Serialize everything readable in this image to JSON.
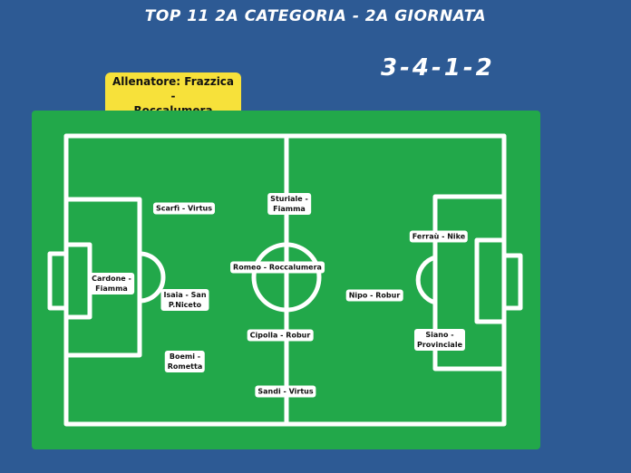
{
  "header": {
    "title": "TOP 11 2A CATEGORIA - 2A GIORNATA",
    "formation": "3-4-1-2"
  },
  "coach": {
    "line1": "Allenatore: Frazzica -",
    "line2": "Roccalumera"
  },
  "players": [
    {
      "line1": "Cardone -",
      "line2": "Fiamma"
    },
    {
      "line1": "Scarfì - Virtus",
      "line2": ""
    },
    {
      "line1": "Isaia - San",
      "line2": "P.Niceto"
    },
    {
      "line1": "Boemi -",
      "line2": "Rometta"
    },
    {
      "line1": "Sturiale -",
      "line2": "Fiamma"
    },
    {
      "line1": "Romeo - Roccalumera",
      "line2": ""
    },
    {
      "line1": "Cipolla - Robur",
      "line2": ""
    },
    {
      "line1": "Sandi - Virtus",
      "line2": ""
    },
    {
      "line1": "Nipo - Robur",
      "line2": ""
    },
    {
      "line1": "Ferraù - Nike",
      "line2": ""
    },
    {
      "line1": "Siano -",
      "line2": "Provinciale"
    }
  ],
  "colors": {
    "background": "#2d5a94",
    "pitch": "#22a84a",
    "lines": "#ffffff",
    "coach_badge": "#f7e13a"
  }
}
